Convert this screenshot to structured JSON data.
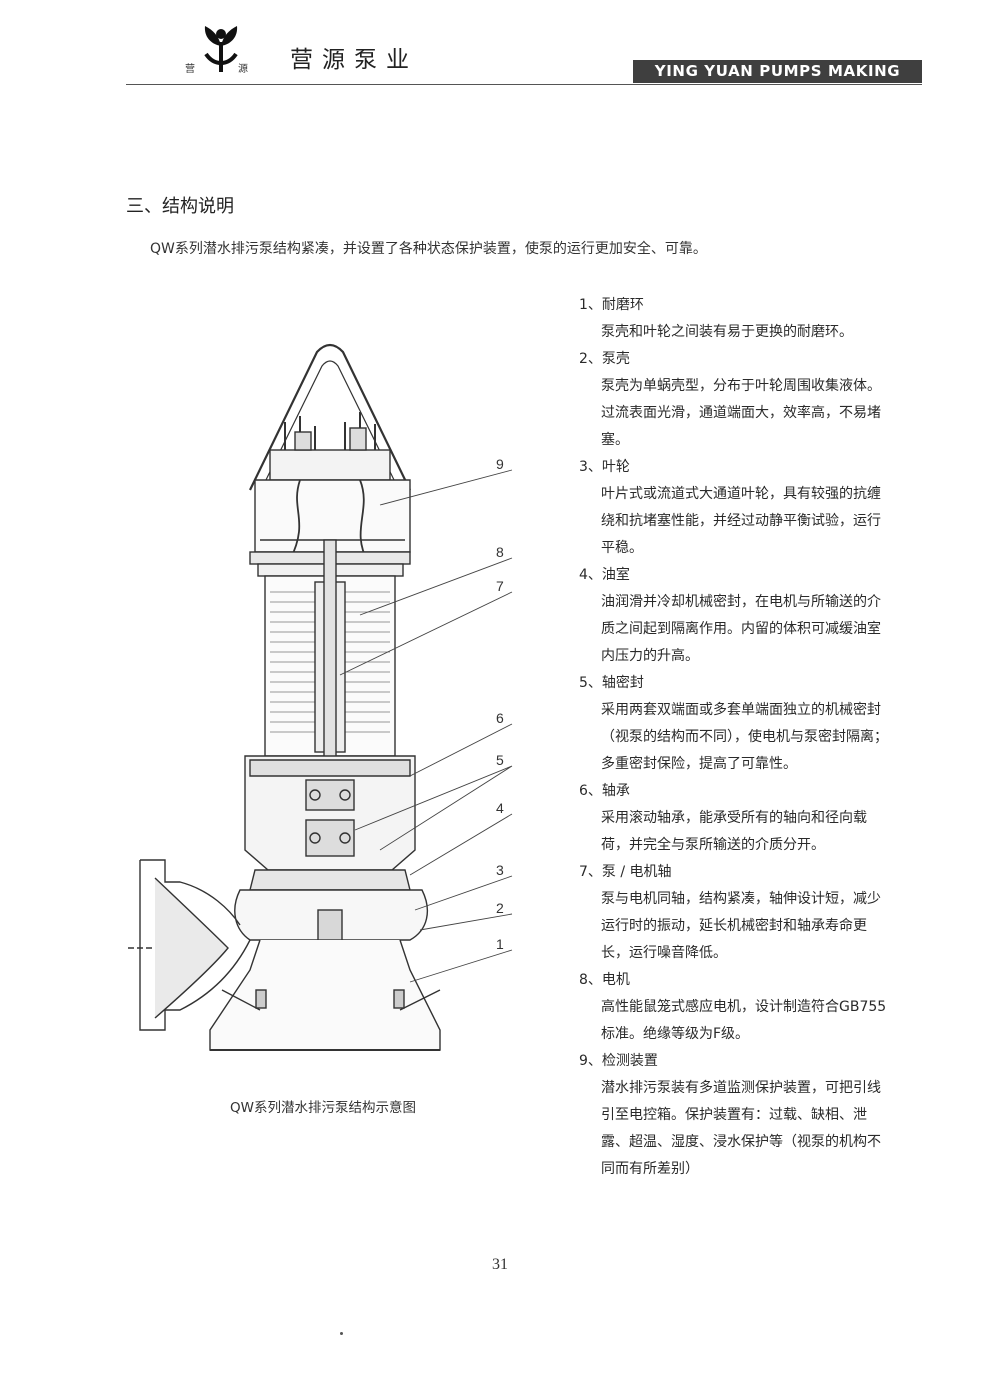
{
  "header": {
    "logo_char_left": "营",
    "logo_char_right": "源",
    "company_name": "营源泵业",
    "banner": "YING YUAN PUMPS MAKING"
  },
  "section": {
    "title": "三、结构说明",
    "intro": "QW系列潜水排污泵结构紧凑，并设置了各种状态保护装置，使泵的运行更加安全、可靠。"
  },
  "diagram": {
    "caption": "QW系列潜水排污泵结构示意图",
    "callouts": [
      "9",
      "8",
      "7",
      "6",
      "5",
      "4",
      "3",
      "2",
      "1"
    ]
  },
  "parts": [
    {
      "title": "1、耐磨环",
      "desc": "泵壳和叶轮之间装有易于更换的耐磨环。"
    },
    {
      "title": "2、泵壳",
      "desc": "泵壳为单蜗壳型，分布于叶轮周围收集液体。过流表面光滑，通道端面大，效率高，不易堵塞。"
    },
    {
      "title": "3、叶轮",
      "desc": "叶片式或流道式大通道叶轮，具有较强的抗缠绕和抗堵塞性能，并经过动静平衡试验，运行平稳。"
    },
    {
      "title": "4、油室",
      "desc": "油润滑并冷却机械密封，在电机与所输送的介质之间起到隔离作用。内留的体积可减缓油室内压力的升高。"
    },
    {
      "title": "5、轴密封",
      "desc": "采用两套双端面或多套单端面独立的机械密封（视泵的结构而不同），使电机与泵密封隔离；多重密封保险，提高了可靠性。"
    },
    {
      "title": "6、轴承",
      "desc": "采用滚动轴承，能承受所有的轴向和径向载荷，并完全与泵所输送的介质分开。"
    },
    {
      "title": "7、泵 / 电机轴",
      "desc": "泵与电机同轴，结构紧凑，轴伸设计短，减少运行时的振动，延长机械密封和轴承寿命更长，运行噪音降低。"
    },
    {
      "title": "8、电机",
      "desc": "高性能鼠笼式感应电机，设计制造符合GB755标准。绝缘等级为F级。"
    },
    {
      "title": "9、检测装置",
      "desc": "潜水排污泵装有多道监测保护装置，可把引线引至电控箱。保护装置有：过载、缺相、泄露、超温、湿度、浸水保护等（视泵的机构不同而有所差别）"
    }
  ],
  "footer": {
    "page_number": "31"
  }
}
